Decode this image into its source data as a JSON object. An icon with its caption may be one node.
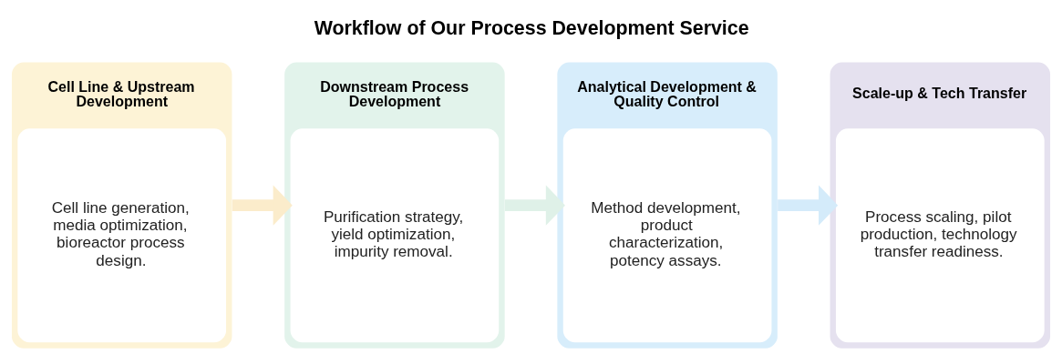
{
  "diagram": {
    "title": "Workflow of Our Process Development Service",
    "nodes": [
      {
        "text": [
          "Cell Line & Upstream Development",
          "Cell line generation, media optimization, bioreactor process design."
        ]
      },
      {
        "text": [
          "Downstream Process Development",
          "Purification strategy, yield optimization, impurity removal."
        ]
      },
      {
        "text": [
          "Analytical Development & Quality Control",
          "Method development, product characterization, potency assays."
        ]
      },
      {
        "text": [
          "Scale-up & Tech Transfer",
          "Process scaling, pilot production, technology transfer readiness."
        ]
      }
    ],
    "edges": [
      {
        "from": 0,
        "to": 1,
        "arrow": "to",
        "color": "#fbeccb"
      },
      {
        "from": 1,
        "to": 2,
        "arrow": "to",
        "color": "#dff1e8"
      },
      {
        "from": 2,
        "to": 3,
        "arrow": "to",
        "color": "#d4ebfa"
      }
    ]
  }
}
